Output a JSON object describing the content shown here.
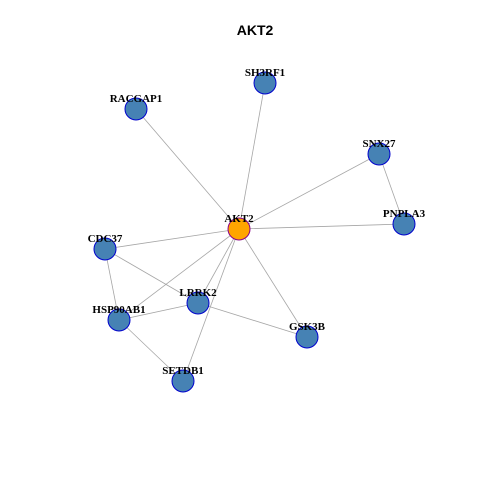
{
  "title": "AKT2",
  "colors": {
    "node_fill": "#4682b4",
    "node_stroke": "#0000cd",
    "center_fill": "#ffa500",
    "center_stroke": "#8b008b",
    "edge": "#a6a6a6"
  },
  "nodes": [
    {
      "id": "AKT2",
      "label": "AKT2",
      "center": true
    },
    {
      "id": "SH3RF1",
      "label": "SH3RF1"
    },
    {
      "id": "RACGAP1",
      "label": "RACGAP1"
    },
    {
      "id": "SNX27",
      "label": "SNX27"
    },
    {
      "id": "PNPLA3",
      "label": "PNPLA3"
    },
    {
      "id": "CDC37",
      "label": "CDC37"
    },
    {
      "id": "LRRK2",
      "label": "LRRK2"
    },
    {
      "id": "HSP90AB1",
      "label": "HSP90AB1"
    },
    {
      "id": "GSK3B",
      "label": "GSK3B"
    },
    {
      "id": "SETDB1",
      "label": "SETDB1"
    }
  ],
  "edges": [
    [
      "AKT2",
      "SH3RF1"
    ],
    [
      "AKT2",
      "RACGAP1"
    ],
    [
      "AKT2",
      "SNX27"
    ],
    [
      "AKT2",
      "PNPLA3"
    ],
    [
      "AKT2",
      "CDC37"
    ],
    [
      "AKT2",
      "LRRK2"
    ],
    [
      "AKT2",
      "HSP90AB1"
    ],
    [
      "AKT2",
      "GSK3B"
    ],
    [
      "AKT2",
      "SETDB1"
    ],
    [
      "SNX27",
      "PNPLA3"
    ],
    [
      "CDC37",
      "LRRK2"
    ],
    [
      "CDC37",
      "HSP90AB1"
    ],
    [
      "HSP90AB1",
      "LRRK2"
    ],
    [
      "HSP90AB1",
      "SETDB1"
    ],
    [
      "LRRK2",
      "GSK3B"
    ]
  ]
}
